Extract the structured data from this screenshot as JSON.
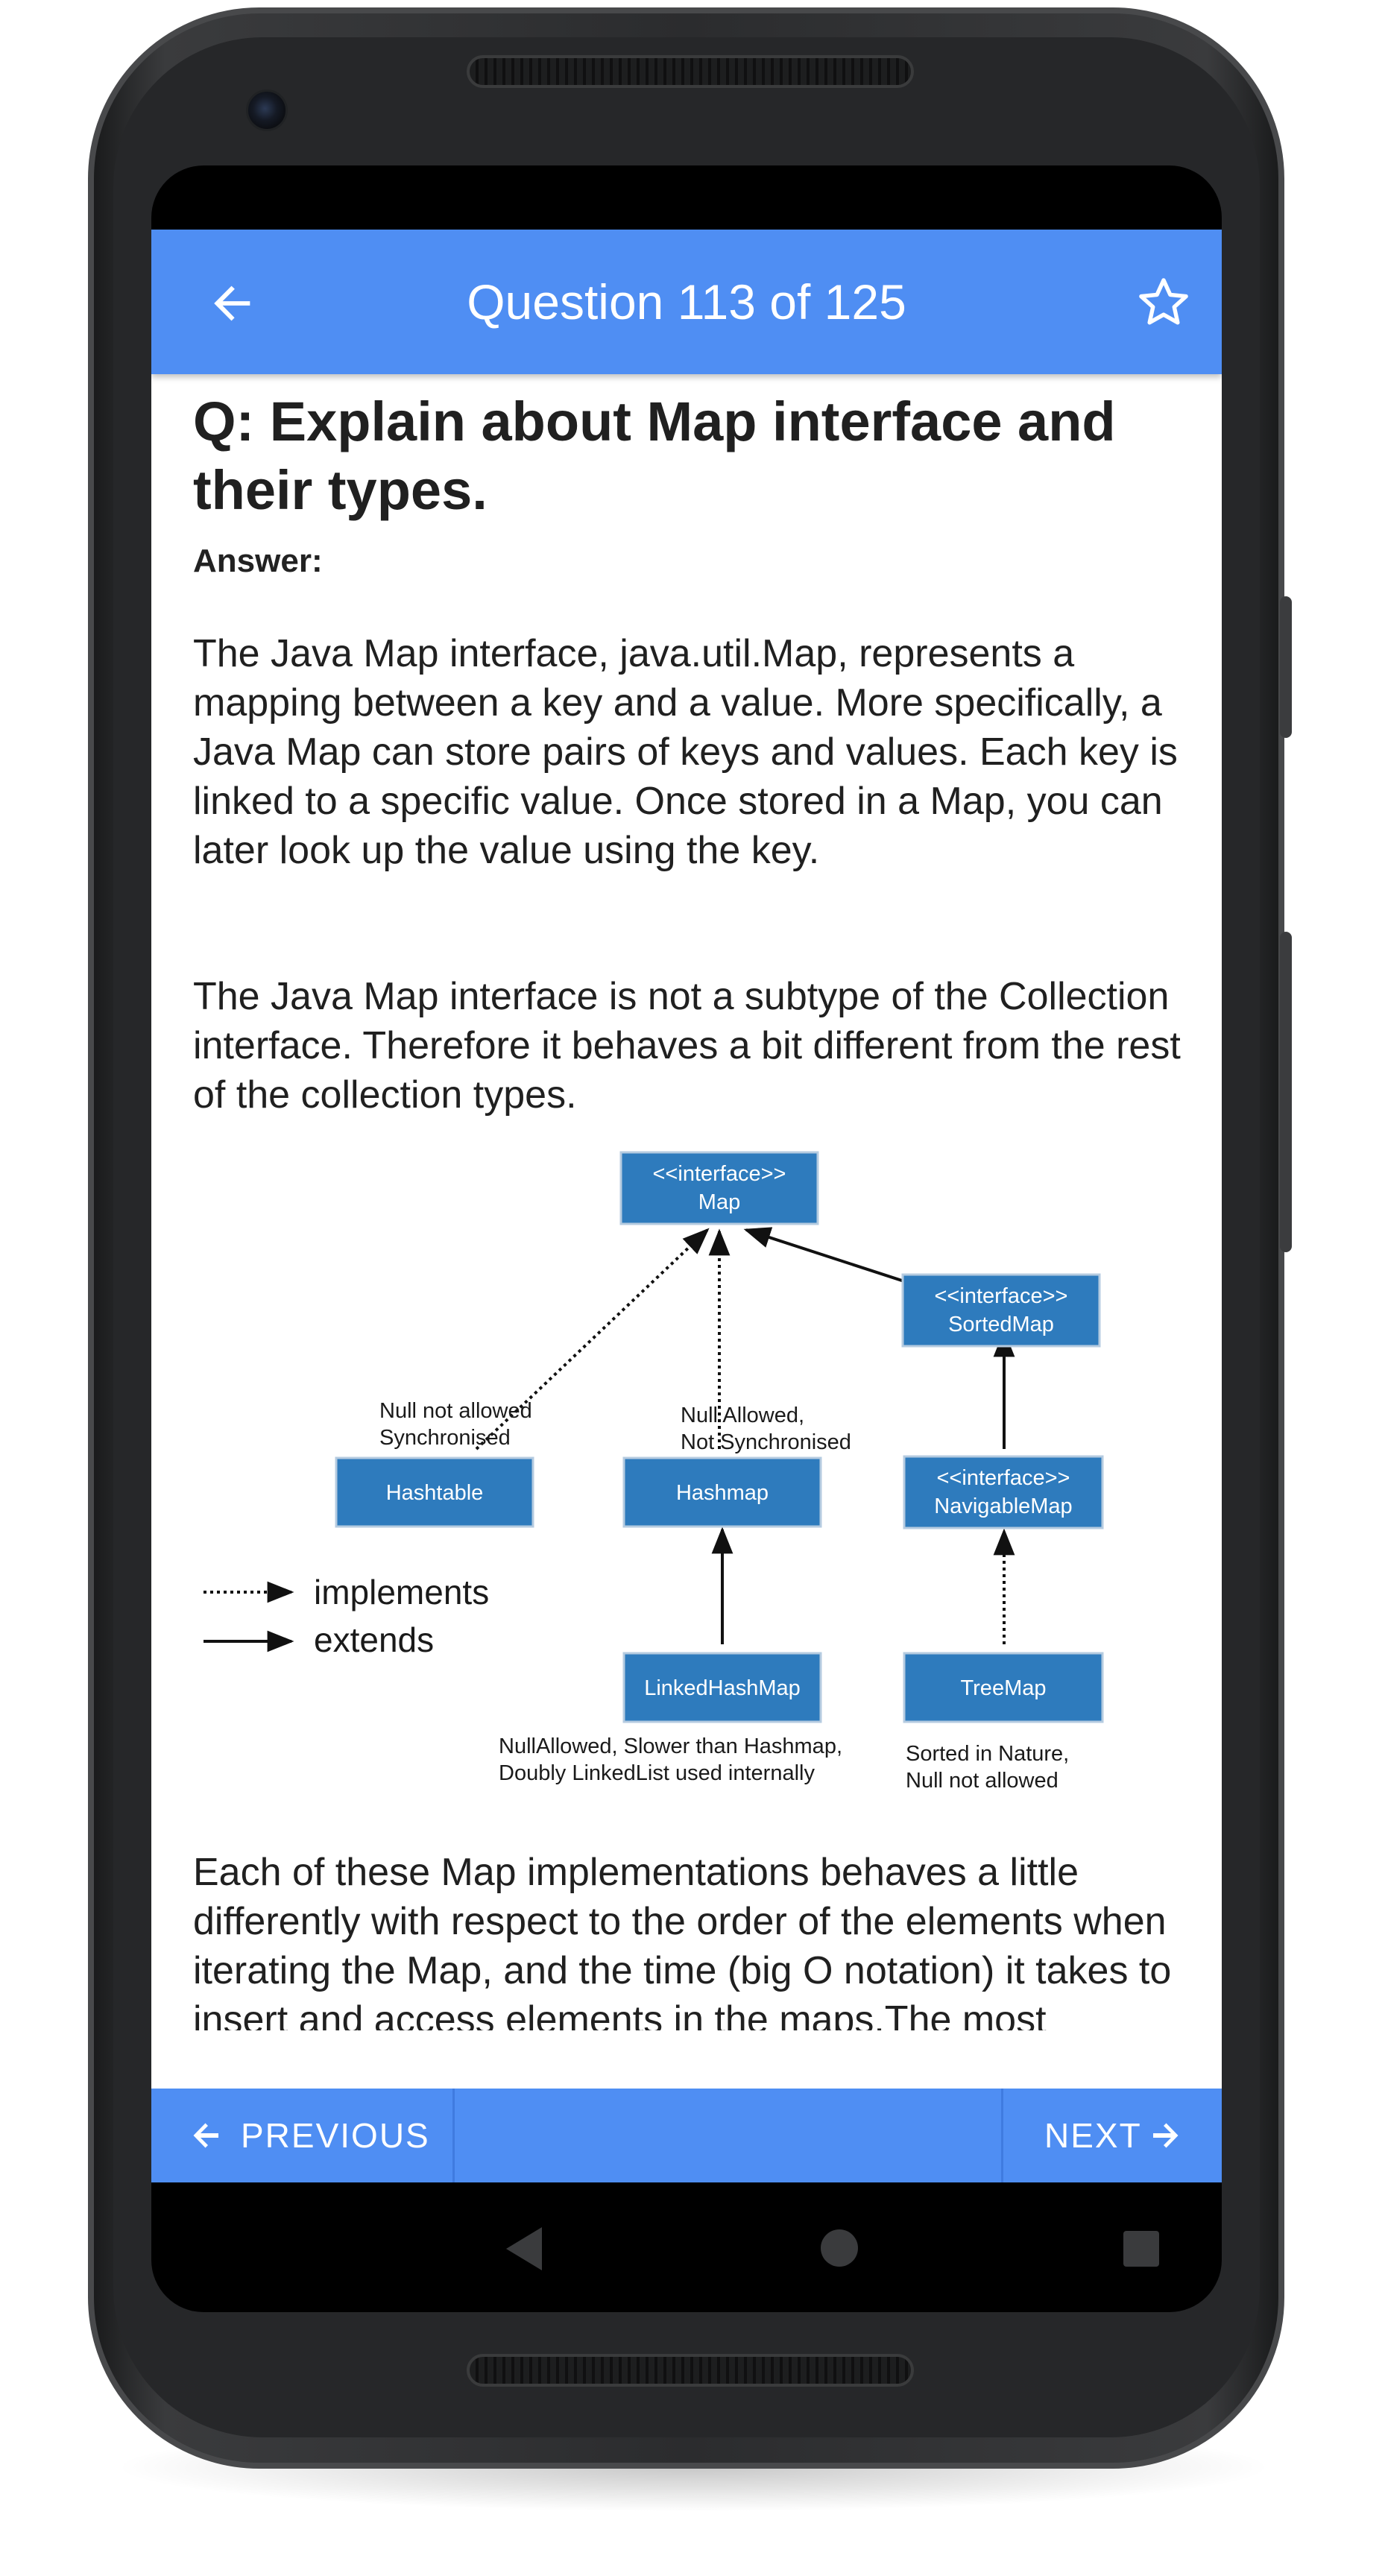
{
  "appbar": {
    "title": "Question 113 of 125",
    "back_icon": "arrow-left-icon",
    "bookmark_icon": "star-outline-icon"
  },
  "question": {
    "title": "Q: Explain about Map interface and their types.",
    "answer_label": "Answer:",
    "paragraphs": [
      "The Java Map interface, java.util.Map, represents a mapping between a key and a value. More specifically, a Java Map can store pairs of keys and values. Each key is linked to a specific value. Once stored in a Map, you can later look up the value using the key.",
      "The Java Map interface is not a subtype of the Collection interface. Therefore it behaves a bit different from the rest of the collection types.",
      "Each of these Map implementations behaves a little differently with respect to the order of the elements when iterating the Map, and the time (big O notation) it takes to insert and access elements in the maps.The most commonly used Map"
    ]
  },
  "diagram": {
    "map": [
      "<<interface>>",
      "Map"
    ],
    "sorted_map": [
      "<<interface>>",
      "SortedMap"
    ],
    "navigable_map": [
      "<<interface>>",
      "NavigableMap"
    ],
    "hashtable": "Hashtable",
    "hashmap": "Hashmap",
    "linked_hash_map": "LinkedHashMap",
    "tree_map": "TreeMap",
    "hashtable_note": [
      "Null not allowed",
      "Synchronised"
    ],
    "hashmap_note": [
      "Null Allowed,",
      "Not Synchronised"
    ],
    "linked_note": [
      "NullAllowed, Slower than Hashmap,",
      "Doubly LinkedList used internally"
    ],
    "tree_note": [
      "Sorted in Nature,",
      "Null not allowed"
    ],
    "legend_implements": "implements",
    "legend_extends": "extends"
  },
  "bottom_nav": {
    "previous_label": "PREVIOUS",
    "next_label": "NEXT"
  },
  "colors": {
    "primary": "#4f8ef3",
    "diagram_box": "#2e7bbd"
  }
}
